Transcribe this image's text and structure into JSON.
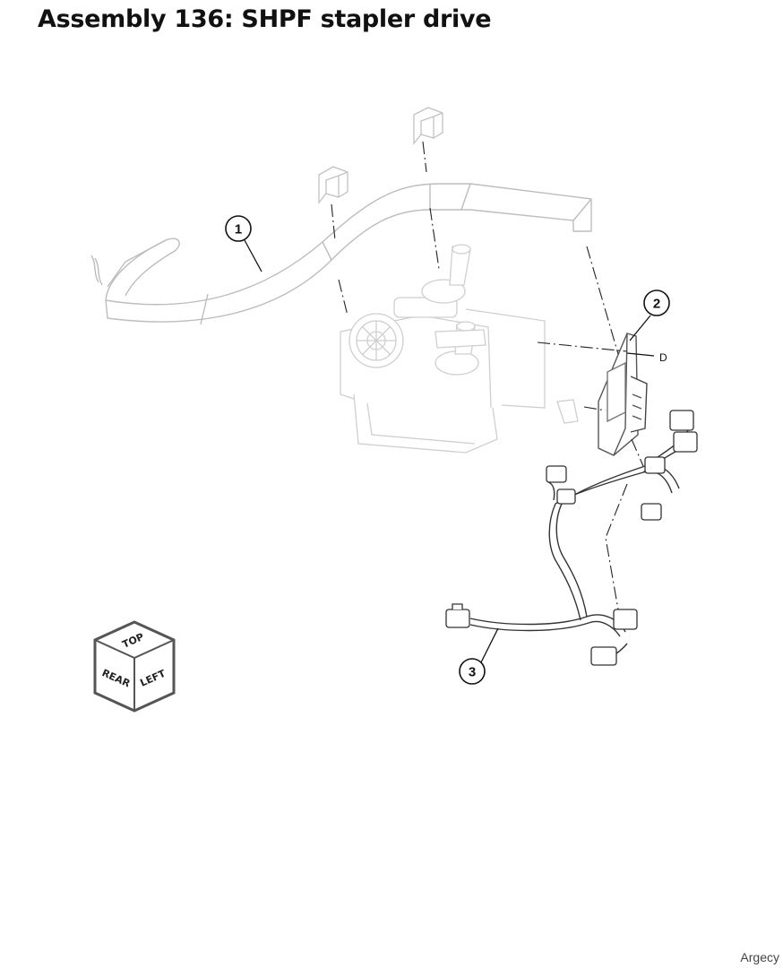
{
  "title": "Assembly 136: SHPF stapler drive",
  "callouts": [
    {
      "number": "1"
    },
    {
      "number": "2"
    },
    {
      "number": "3"
    }
  ],
  "reference_label": "D",
  "orientation_cube": {
    "top": "TOP",
    "rear": "REAR",
    "left": "LEFT"
  },
  "watermark": "Argecy",
  "colors": {
    "line_light": "#c8c8c8",
    "line_dark": "#555555",
    "callout": "#111111"
  }
}
